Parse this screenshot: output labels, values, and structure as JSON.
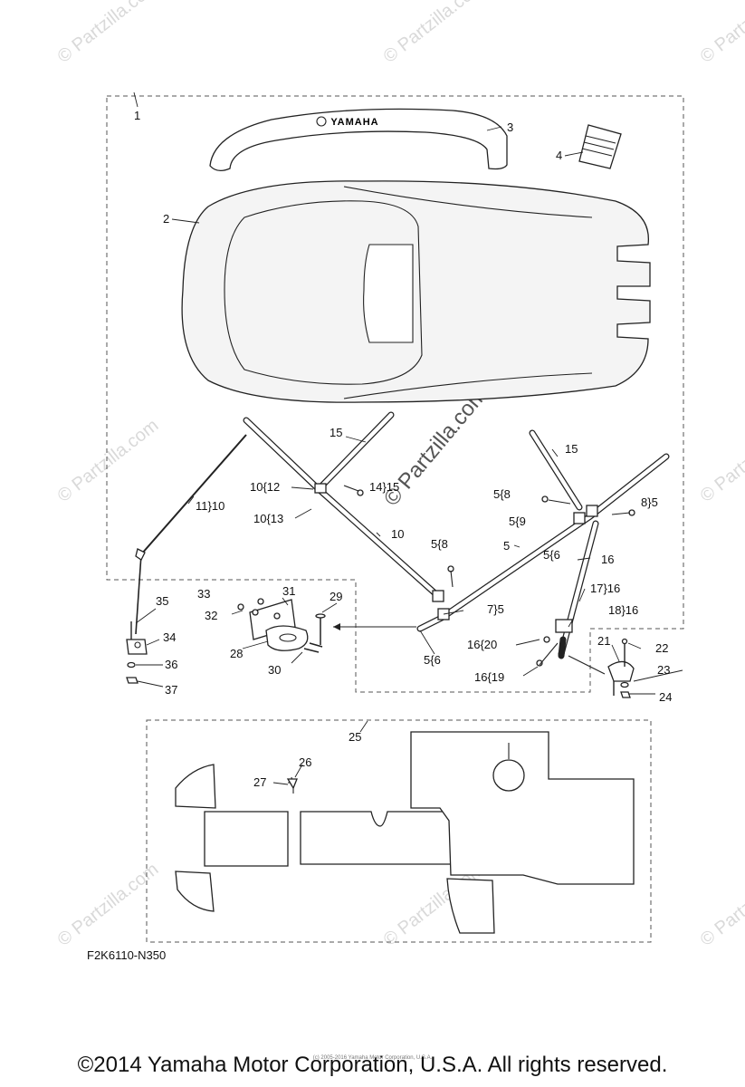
{
  "diagram": {
    "brand_text": "YAMAHA",
    "diagram_code": "F2K6110-N350",
    "copyright": "©2014 Yamaha Motor Corporation, U.S.A. All rights reserved.",
    "fine_print": "(c) 2005-2016 Yamaha Motor Corporation, U.S.A.",
    "watermark": "© Partzilla.com",
    "watermark_center": "© Partzilla.com",
    "callouts": {
      "c1": "1",
      "c2": "2",
      "c3": "3",
      "c4": "4",
      "c15a": "15",
      "c15b": "15",
      "c11_10": "11}10",
      "c10_12": "10{12",
      "c10_13": "10{13",
      "c14_15": "14}15",
      "c10": "10",
      "c5_8a": "5{8",
      "c5_9": "5{9",
      "c8_5": "8}5",
      "c5_6a": "5{6",
      "c5": "5",
      "c16": "16",
      "c5_8b": "5{8",
      "c17_16": "17}16",
      "c18_16": "18}16",
      "c7_5": "7}5",
      "c5_6b": "5{6",
      "c16_20": "16{20",
      "c16_19": "16{19",
      "c33": "33",
      "c31": "31",
      "c29": "29",
      "c32": "32",
      "c28": "28",
      "c30": "30",
      "c35": "35",
      "c34": "34",
      "c36": "36",
      "c37": "37",
      "c21": "21",
      "c22": "22",
      "c23": "23",
      "c24": "24",
      "c25": "25",
      "c26": "26",
      "c27": "27"
    }
  }
}
